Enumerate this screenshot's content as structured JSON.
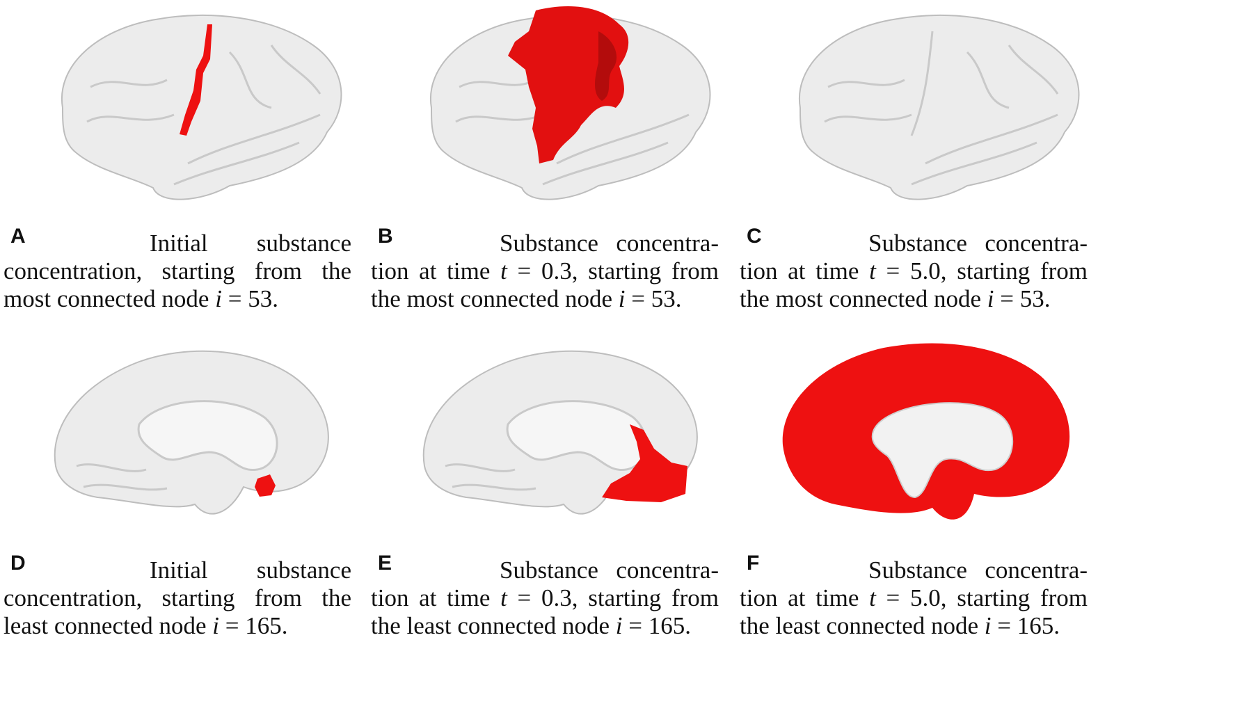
{
  "colors": {
    "cortex": "#ececec",
    "cortex_line": "#bdbdbd",
    "active": "#ee1111",
    "active_dark": "#b30c0c"
  },
  "panels": [
    {
      "letter": "A",
      "view": "lateral",
      "region": "strip",
      "pre": "Initial substance concentration, starting from the most connected node ",
      "math": "i",
      "post": " = 53."
    },
    {
      "letter": "B",
      "view": "lateral",
      "region": "spread",
      "pre": "Substance concentra-tion at time ",
      "math": "t",
      "mid": " = 0.3",
      "post2": ", starting from the most connected node ",
      "math2": "i",
      "post": " = 53."
    },
    {
      "letter": "C",
      "view": "lateral",
      "region": "none",
      "pre": "Substance concentra-tion at time ",
      "math": "t",
      "mid": " = 5.0",
      "post2": ", starting from the most connected node ",
      "math2": "i",
      "post": " = 53."
    },
    {
      "letter": "D",
      "view": "medial",
      "region": "spot",
      "pre": "Initial substance concentration, starting from the least connected node ",
      "math": "i",
      "post": " = 165."
    },
    {
      "letter": "E",
      "view": "medial",
      "region": "front",
      "pre": "Substance concentra-tion at time ",
      "math": "t",
      "mid": " = 0.3",
      "post2": ", starting from the least connected node ",
      "math2": "i",
      "post": " = 165."
    },
    {
      "letter": "F",
      "view": "medial",
      "region": "full",
      "pre": "Substance concentra-tion at time ",
      "math": "t",
      "mid": " = 5.0",
      "post2": ", starting from the least connected node ",
      "math2": "i",
      "post": " = 165."
    }
  ]
}
